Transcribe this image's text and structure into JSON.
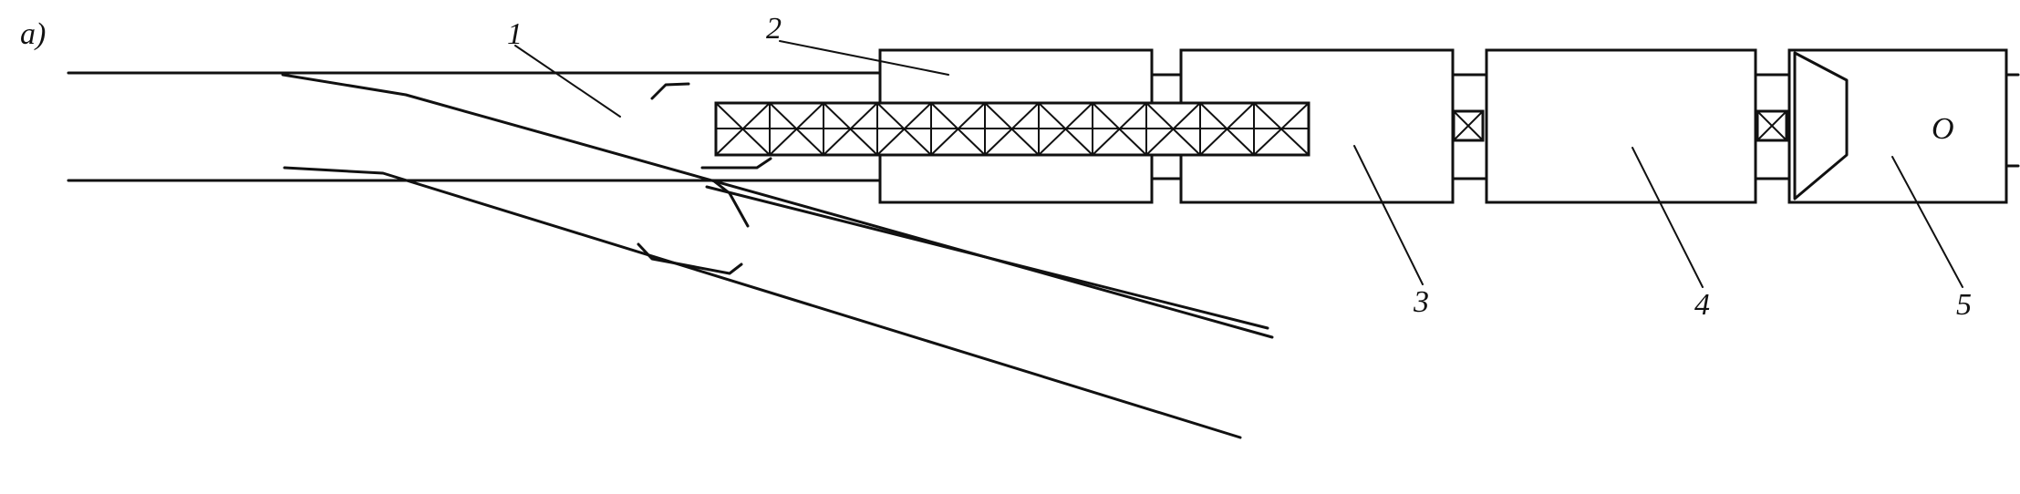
{
  "figure": {
    "panel_label": "a)",
    "callouts": [
      {
        "id": "1",
        "text": "1"
      },
      {
        "id": "2",
        "text": "2"
      },
      {
        "id": "3",
        "text": "3"
      },
      {
        "id": "4",
        "text": "4"
      },
      {
        "id": "5",
        "text": "5"
      }
    ],
    "unit5_mark": "O",
    "colors": {
      "ink": "#111111",
      "background": "#ffffff"
    }
  }
}
